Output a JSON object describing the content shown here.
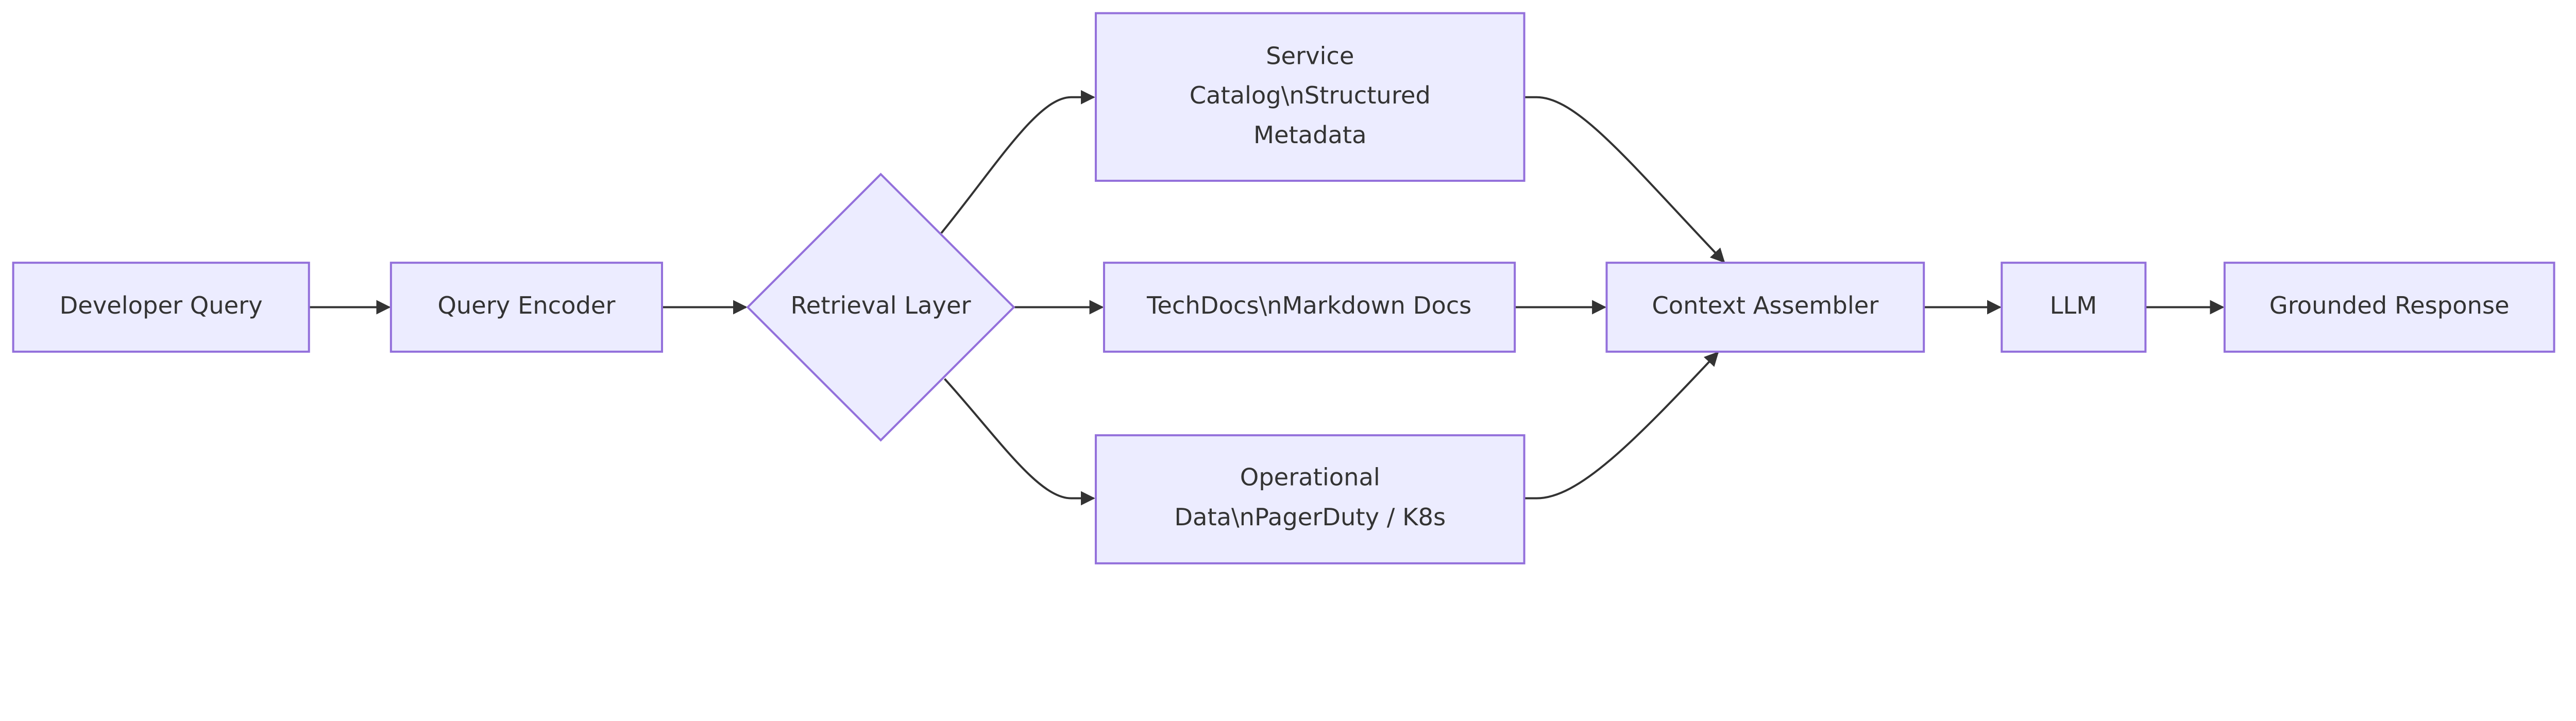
{
  "diagram": {
    "type": "flowchart",
    "direction": "left-to-right",
    "colors": {
      "node_fill": "#ECECFF",
      "node_stroke": "#9370DB",
      "edge": "#333333",
      "text": "#333333"
    },
    "nodes": {
      "developer_query": "Developer Query",
      "query_encoder": "Query Encoder",
      "retrieval_layer": "Retrieval Layer",
      "service_catalog": [
        "Service",
        "Catalog\\nStructured",
        "Metadata"
      ],
      "techdocs": "TechDocs\\nMarkdown Docs",
      "operational": [
        "Operational",
        "Data\\nPagerDuty / K8s"
      ],
      "context_assembler": "Context Assembler",
      "llm": "LLM",
      "grounded_response": "Grounded Response"
    },
    "edges": [
      [
        "developer_query",
        "query_encoder"
      ],
      [
        "query_encoder",
        "retrieval_layer"
      ],
      [
        "retrieval_layer",
        "service_catalog"
      ],
      [
        "retrieval_layer",
        "techdocs"
      ],
      [
        "retrieval_layer",
        "operational"
      ],
      [
        "service_catalog",
        "context_assembler"
      ],
      [
        "techdocs",
        "context_assembler"
      ],
      [
        "operational",
        "context_assembler"
      ],
      [
        "context_assembler",
        "llm"
      ],
      [
        "llm",
        "grounded_response"
      ]
    ]
  }
}
